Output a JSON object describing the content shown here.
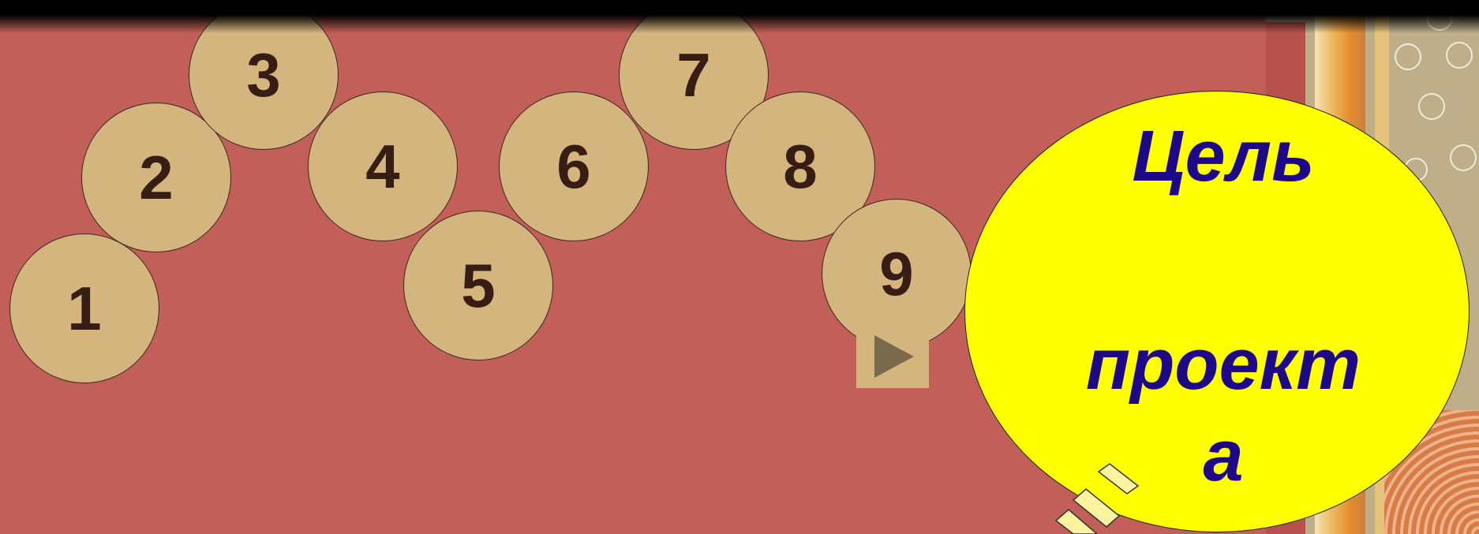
{
  "circles": [
    "1",
    "2",
    "3",
    "4",
    "5",
    "6",
    "7",
    "8",
    "9"
  ],
  "goal": {
    "line1": "Цель",
    "line2": "проект",
    "line3": "а"
  },
  "colors": {
    "background": "#c15f58",
    "circle_fill": "#d4b57e",
    "goal_fill": "#ffff00",
    "goal_text": "#1c0888"
  },
  "icons": {
    "next": "play-triangle-icon",
    "pointer": "magnifier-handle-icon"
  }
}
